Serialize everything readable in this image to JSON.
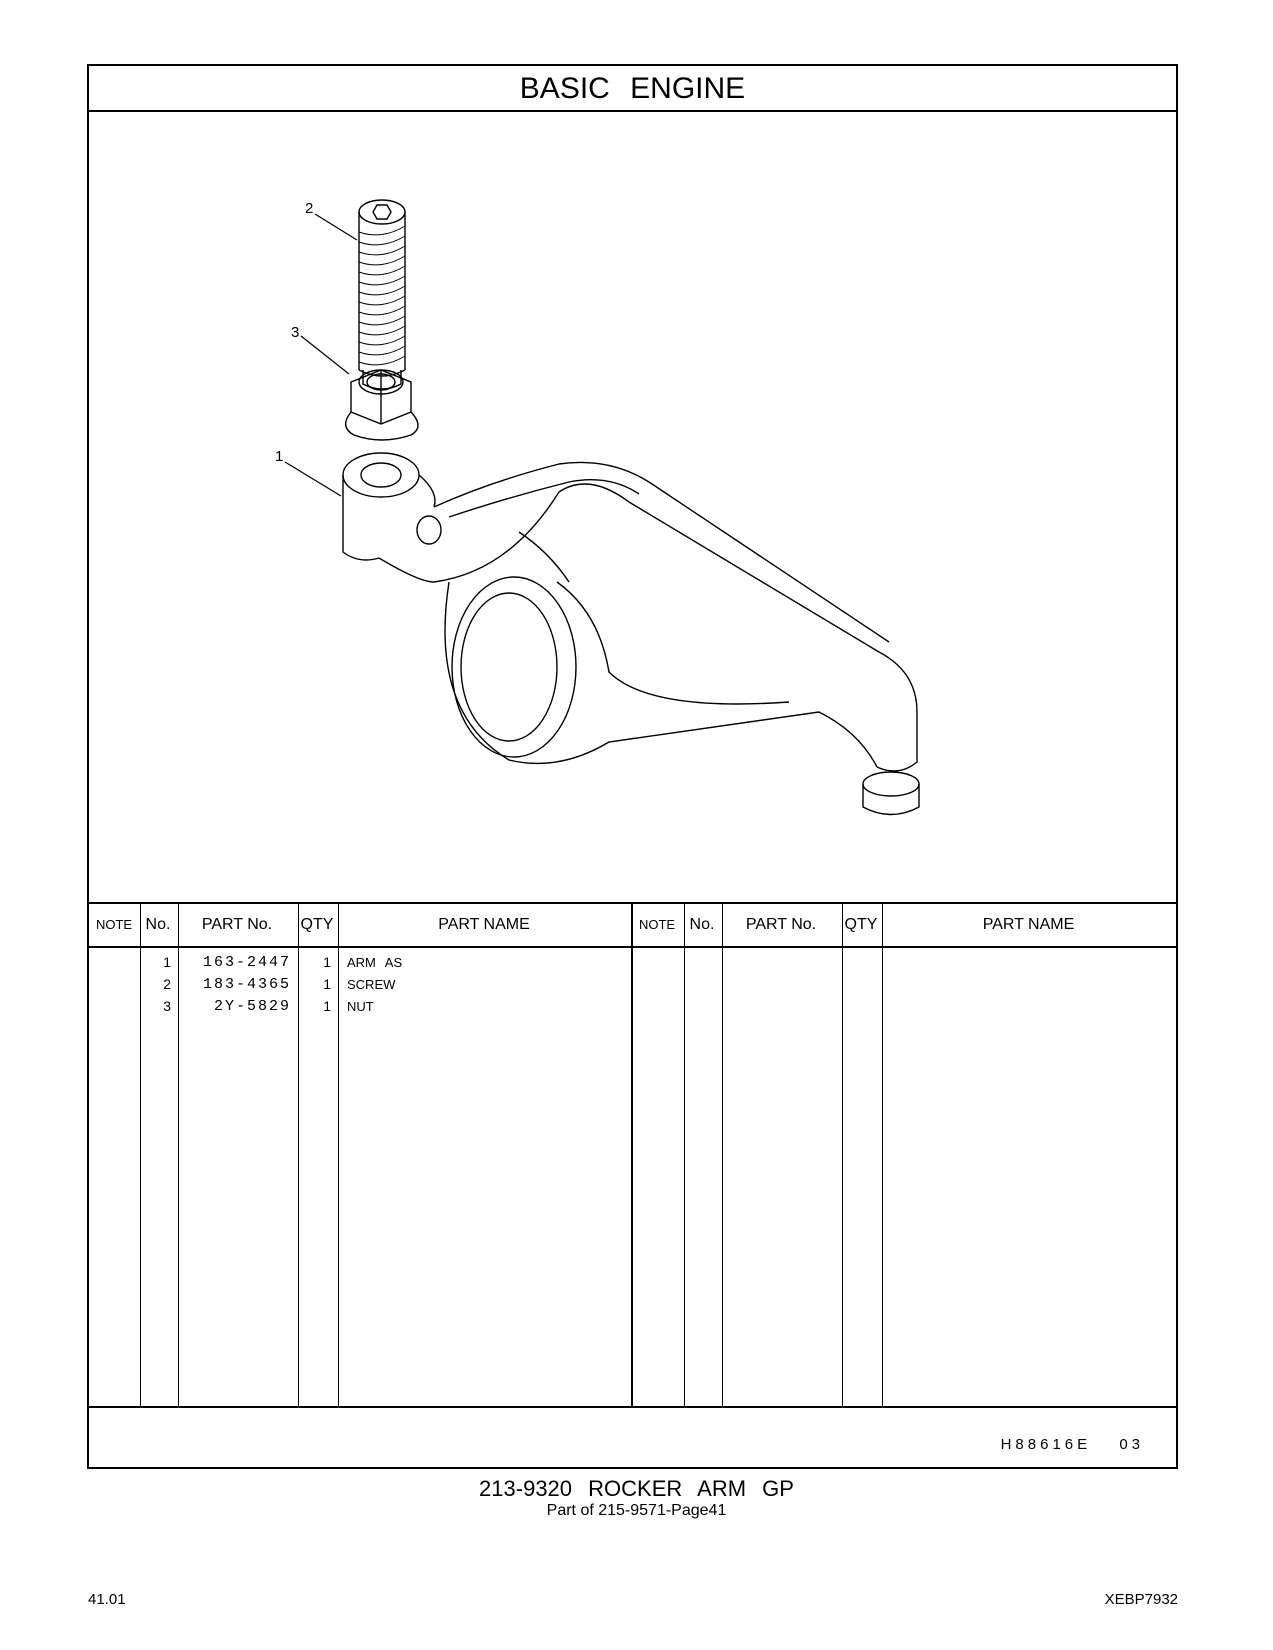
{
  "header": {
    "title": "BASIC ENGINE"
  },
  "illustration": {
    "callouts": [
      "2",
      "3",
      "1"
    ],
    "code": "H88616E",
    "code_suffix": "03"
  },
  "table": {
    "headers": {
      "note": "NOTE",
      "no": "No.",
      "part_no": "PART No.",
      "qty": "QTY",
      "part_name": "PART NAME"
    },
    "rows": [
      {
        "no": "1",
        "part_no": "163-2447",
        "qty": "1",
        "part_name": "ARM AS"
      },
      {
        "no": "2",
        "part_no": "183-4365",
        "qty": "1",
        "part_name": "SCREW"
      },
      {
        "no": "3",
        "part_no": "2Y-5829",
        "qty": "1",
        "part_name": "NUT"
      }
    ]
  },
  "caption": {
    "group": "213-9320 ROCKER ARM GP",
    "part_of": "Part of 215-9571-Page41"
  },
  "footer": {
    "page": "41.01",
    "doc_id": "XEBP7932"
  }
}
